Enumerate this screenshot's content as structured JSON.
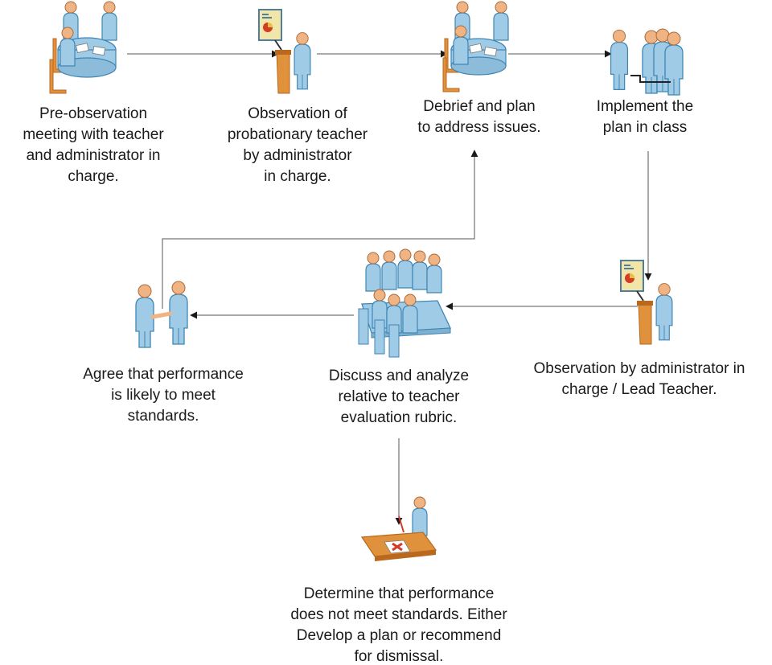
{
  "colors": {
    "person_fill": "#9fcbe6",
    "person_stroke": "#3f86b4",
    "wood": "#e0913b",
    "wood_dark": "#b9681e",
    "board": "#f1e6a8",
    "chart_red": "#d23a2a",
    "line": "#555555"
  },
  "icons": {
    "pre_meeting": "meeting-table-icon",
    "observation_probationary": "presenter-lectern-icon",
    "debrief": "meeting-table-icon",
    "implement": "class-group-icon",
    "observation_lead": "presenter-lectern-icon",
    "discuss": "conference-table-icon",
    "agree": "handshake-icon",
    "determine": "desk-review-icon"
  },
  "steps": {
    "pre_meeting": {
      "lines": [
        "Pre-observation",
        "meeting with teacher",
        "and administrator in",
        "charge."
      ]
    },
    "observation_probationary": {
      "lines": [
        "Observation of",
        "probationary teacher",
        "by administrator",
        "in charge."
      ]
    },
    "debrief": {
      "lines": [
        "Debrief and plan",
        "to address issues."
      ]
    },
    "implement": {
      "lines": [
        "Implement the",
        "plan in class"
      ]
    },
    "observation_lead": {
      "lines": [
        "Observation by administrator in",
        "charge / Lead Teacher."
      ]
    },
    "discuss": {
      "lines": [
        "Discuss and analyze",
        "relative to teacher",
        "evaluation rubric."
      ]
    },
    "agree": {
      "lines": [
        "Agree that performance",
        "is likely to meet",
        "standards."
      ]
    },
    "determine": {
      "lines": [
        "Determine that performance",
        "does not meet standards. Either",
        "Develop a plan or recommend",
        "for dismissal."
      ]
    }
  }
}
